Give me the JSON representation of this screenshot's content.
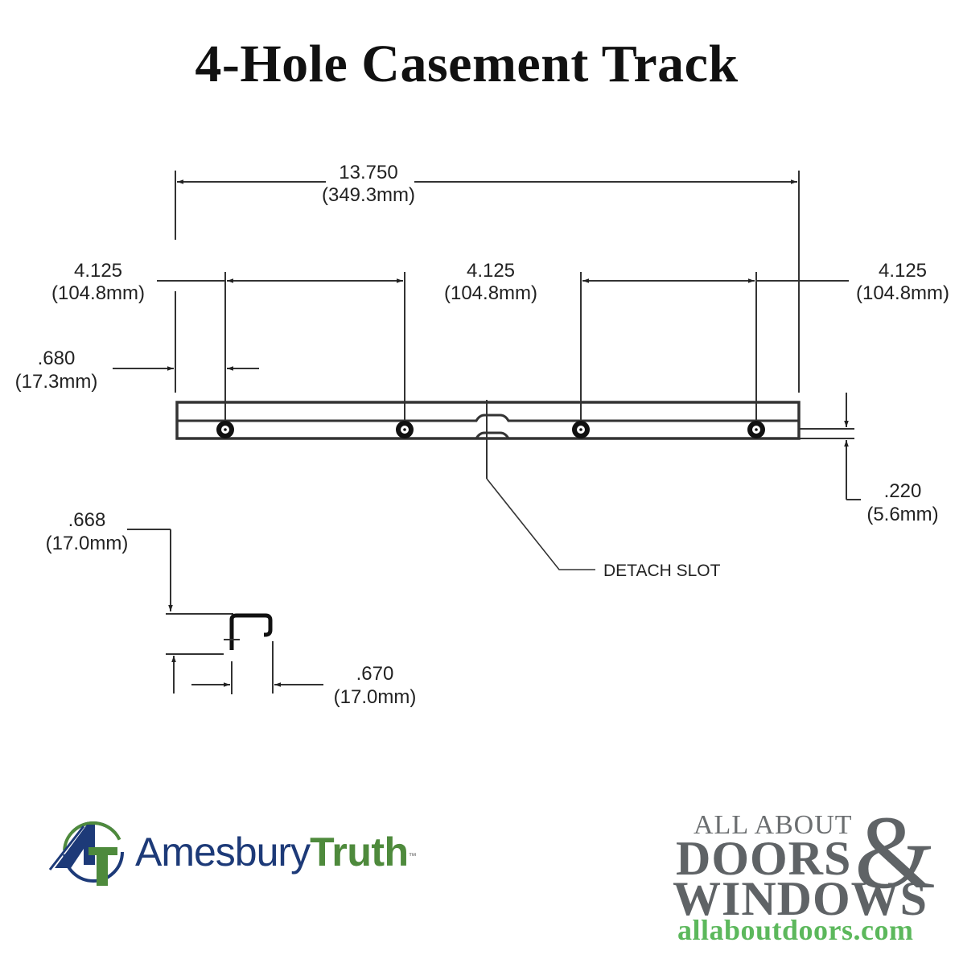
{
  "title": "4-Hole Casement Track",
  "dimensions": {
    "overall_length": {
      "inch": "13.750",
      "mm": "(349.3mm)"
    },
    "hole_spacing_left": {
      "inch": "4.125",
      "mm": "(104.8mm)"
    },
    "hole_spacing_center": {
      "inch": "4.125",
      "mm": "(104.8mm)"
    },
    "hole_spacing_right": {
      "inch": "4.125",
      "mm": "(104.8mm)"
    },
    "end_to_first_hole": {
      "inch": ".680",
      "mm": "(17.3mm)"
    },
    "slot_width": {
      "inch": ".220",
      "mm": "(5.6mm)"
    },
    "profile_height": {
      "inch": ".668",
      "mm": "(17.0mm)"
    },
    "profile_width": {
      "inch": ".670",
      "mm": "(17.0mm)"
    }
  },
  "callouts": {
    "detach_slot": "DETACH SLOT"
  },
  "track": {
    "hole_count": 4,
    "hole_icon": "screw-hole-icon"
  },
  "logos": {
    "amesbury_truth": {
      "part1": "Amesbury",
      "part2": "Truth",
      "tm": "™",
      "colors": {
        "blue": "#1d3a78",
        "green": "#4e8a3c"
      }
    },
    "all_about_doors": {
      "line1": "ALL ABOUT",
      "line2": "DOORS",
      "amp": "&",
      "line3": "WINDOWS",
      "url": "allaboutdoors.com",
      "colors": {
        "gray": "#5f6366",
        "green": "#5cb85c"
      }
    }
  }
}
